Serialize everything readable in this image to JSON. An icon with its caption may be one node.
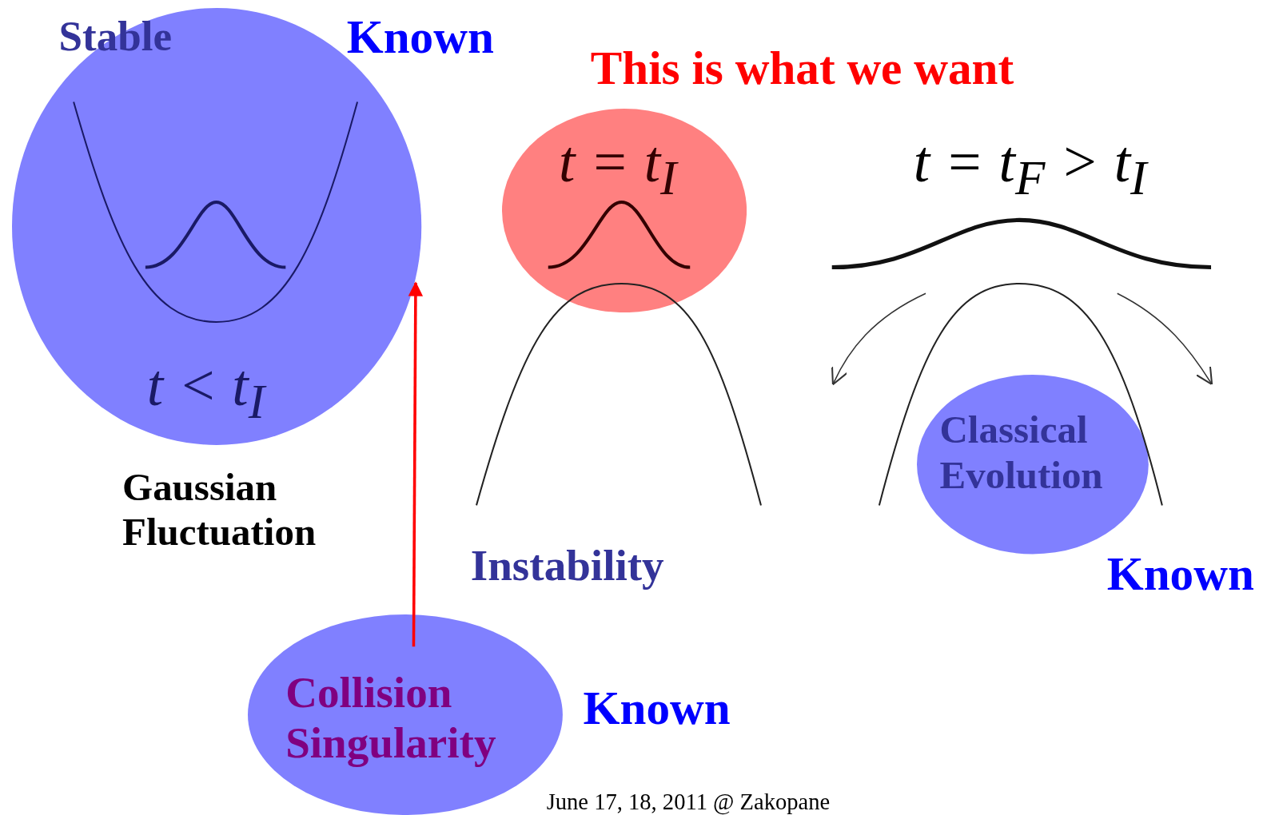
{
  "diagram": {
    "nodes": [
      {
        "text": [
          "t < t$_{I}$"
        ]
      },
      {
        "text": [
          "t = t$_{I}$"
        ]
      },
      {
        "text": [
          "Classical Evolution"
        ]
      },
      {
        "text": [
          "Collision Singularity"
        ]
      }
    ],
    "edges": [
      {
        "from": 3,
        "to": 0,
        "arrow": "to"
      }
    ],
    "labels": [
      "Stable",
      "Known",
      "This is what we want",
      "t = t$_{F}$ > t$_{I}$",
      "Gaussian Fluctuation",
      "Instability",
      "Known",
      "Known",
      "June 17, 18, 2011 @ Zakopane"
    ]
  }
}
